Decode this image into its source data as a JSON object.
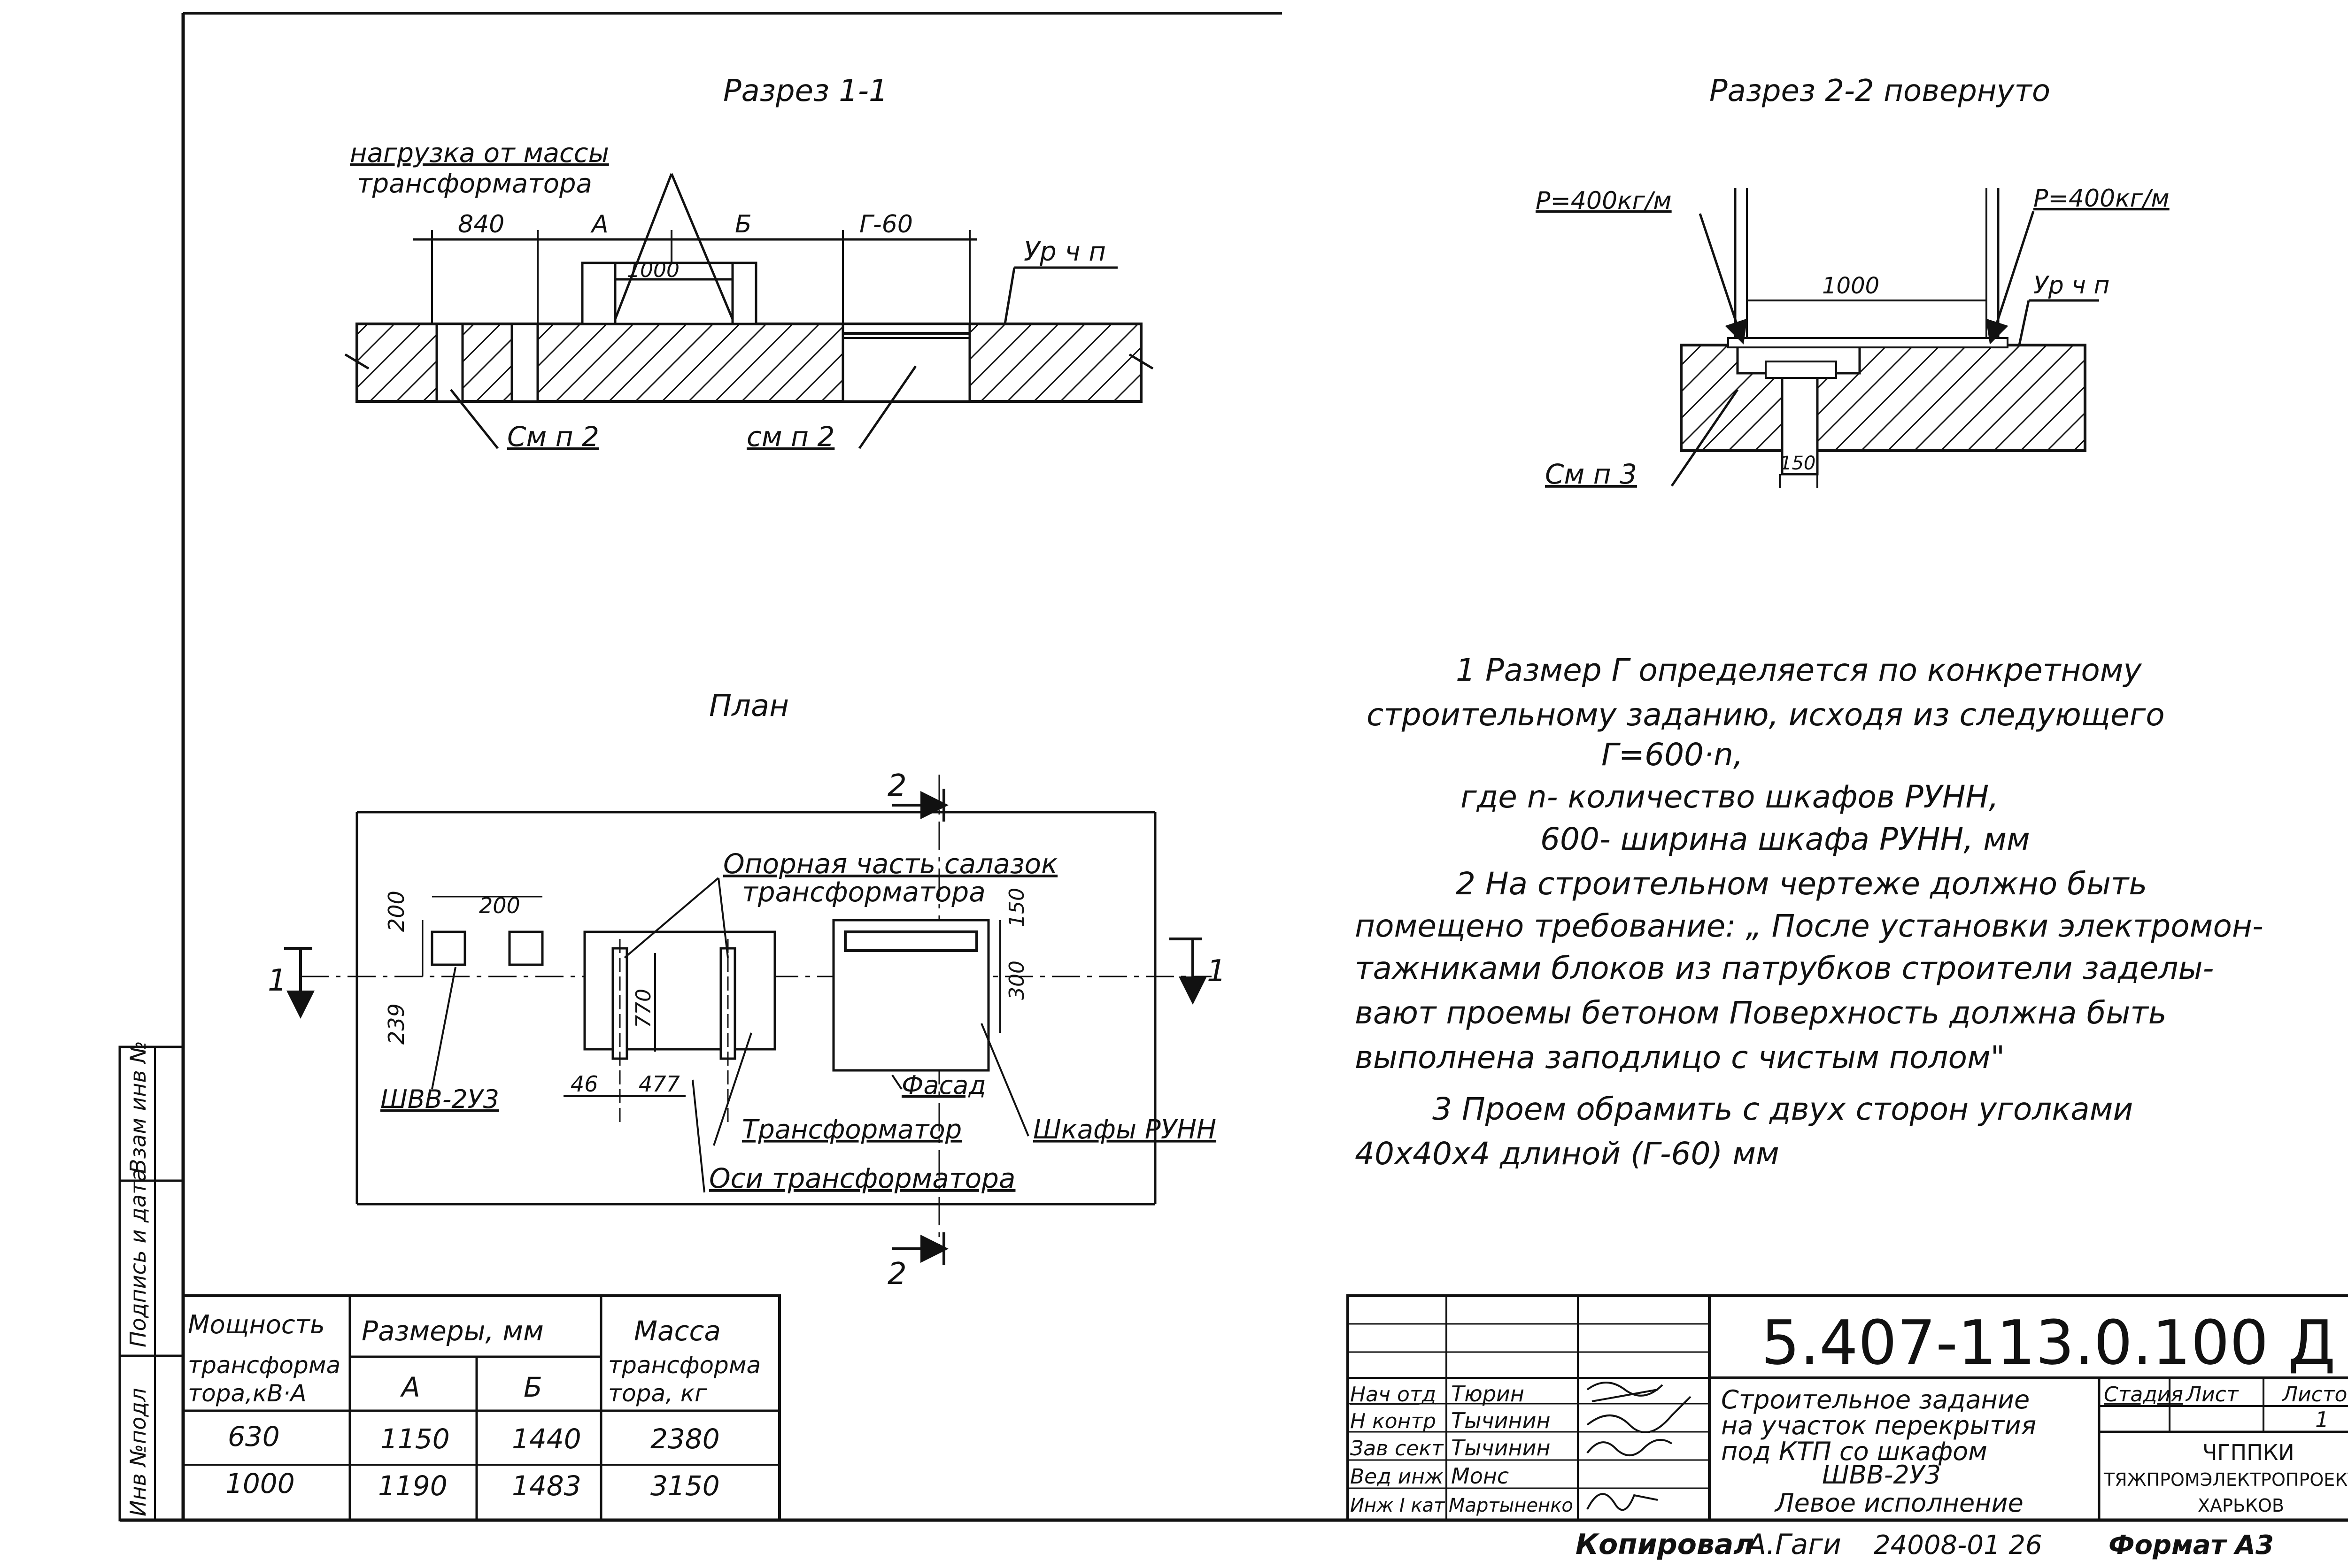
{
  "sections": {
    "section_1_1": {
      "title": "Разрез 1-1",
      "load_label_line1": "нагрузка от массы",
      "load_label_line2": "трансформатора",
      "dim_840": "840",
      "dim_a": "А",
      "dim_b": "Б",
      "dim_g60": "Г-60",
      "dim_1000": "1000",
      "level_label": "Ур ч п",
      "smp2_left": "См п 2",
      "smp2_right": "см п 2"
    },
    "section_2_2": {
      "title": "Разрез 2-2 повернуто",
      "load_left": "Р=400кг/м",
      "load_right": "Р=400кг/м",
      "dim_1000": "1000",
      "level_label": "Ур ч п",
      "dim_150": "150",
      "smp3": "См п 3"
    },
    "plan": {
      "title": "План",
      "cut_2_top": "2",
      "cut_2_bottom": "2",
      "cut_1_left": "1",
      "cut_1_right": "1",
      "sled_label_line1": "Опорная часть салазок",
      "sled_label_line2": "трансформатора",
      "dim_200_v": "200",
      "dim_200_h": "200",
      "dim_150": "150",
      "dim_300": "300",
      "dim_239": "239",
      "dim_770": "770",
      "dim_46": "46",
      "dim_477": "477",
      "shvv_label": "ШВВ-2У3",
      "facade_label": "Фасад",
      "transformer_label": "Трансформатор",
      "cabinets_label": "Шкафы РУНН",
      "axes_label": "Оси трансформатора"
    }
  },
  "notes": [
    "1 Размер Г определяется по конкретному",
    "строительному заданию, исходя из следующего",
    "Г=600·n,",
    "где n- количество шкафов РУНН,",
    "600- ширина шкафа РУНН, мм",
    "2 На строительном чертеже должно быть",
    "помещено требование: „ После установки электромон-",
    "тажниками блоков из патрубков строители заделы-",
    "вают проемы бетоном Поверхность должна быть",
    "выполнена заподлицо с чистым полом\"",
    "3 Проем обрамить с двух сторон уголками",
    "40х40х4 длиной (Г-60) мм"
  ],
  "table": {
    "h_power_1": "Мощность",
    "h_power_2": "трансформа",
    "h_power_3": "тора,кВ·А",
    "h_sizes": "Размеры, мм",
    "h_a": "А",
    "h_b": "Б",
    "h_mass_1": "Масса",
    "h_mass_2": "трансформа",
    "h_mass_3": "тора, кг",
    "rows": [
      {
        "power": "630",
        "a": "1150",
        "b": "1440",
        "mass": "2380"
      },
      {
        "power": "1000",
        "a": "1190",
        "b": "1483",
        "mass": "3150"
      }
    ]
  },
  "side_stamp": {
    "inv_orig": "Инв №подл",
    "sign_date": "Подпись и дата",
    "inv_dup": "Взам инв №"
  },
  "title_block": {
    "code": "5.407-113.0.100 Д",
    "description": [
      "Строительное задание",
      "на участок перекрытия",
      "под КТП со шкафом",
      "ШВВ-2У3",
      "Левое исполнение"
    ],
    "roles": [
      {
        "role": "Нач отд",
        "name": "Тюрин"
      },
      {
        "role": "Н контр",
        "name": "Тычинин"
      },
      {
        "role": "Зав сект",
        "name": "Тычинин"
      },
      {
        "role": "Вед инж",
        "name": "Монс"
      },
      {
        "role": "Инж I кат",
        "name": "Мартыненко"
      }
    ],
    "stage_label": "Стадия",
    "sheet_label": "Лист",
    "sheets_label": "Листов",
    "sheets_value": "1",
    "org_1": "ЧГППКИ",
    "org_2": "ТЯЖПРОМЭЛЕКТРОПРОЕКТ",
    "org_3": "ХАРЬКОВ"
  },
  "footer": {
    "copied_label": "Копировал",
    "copied_sig": "А.Гаги",
    "order_no": "24008-01 26",
    "format": "Формат А3"
  }
}
